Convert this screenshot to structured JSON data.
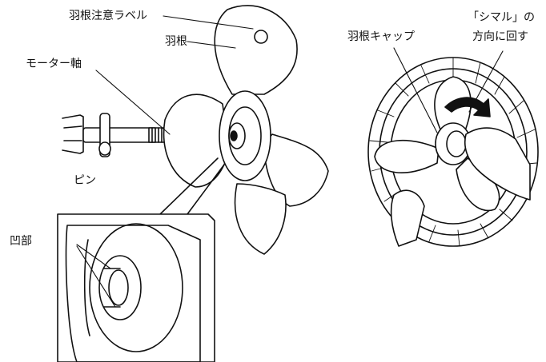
{
  "labels": {
    "blade_caution_label": "羽根注意ラベル",
    "blade": "羽根",
    "motor_shaft": "モーター軸",
    "pin": "ピン",
    "recess": "凹部",
    "blade_cap": "羽根キャップ",
    "shimaru_line1": "「シマル」の",
    "shimaru_line2": "方向に回す"
  },
  "colors": {
    "line": "#111111",
    "fill": "#ffffff",
    "arrow": "#111111"
  },
  "icons": [
    "push-arrow-icon",
    "rotate-arrow-icon"
  ]
}
